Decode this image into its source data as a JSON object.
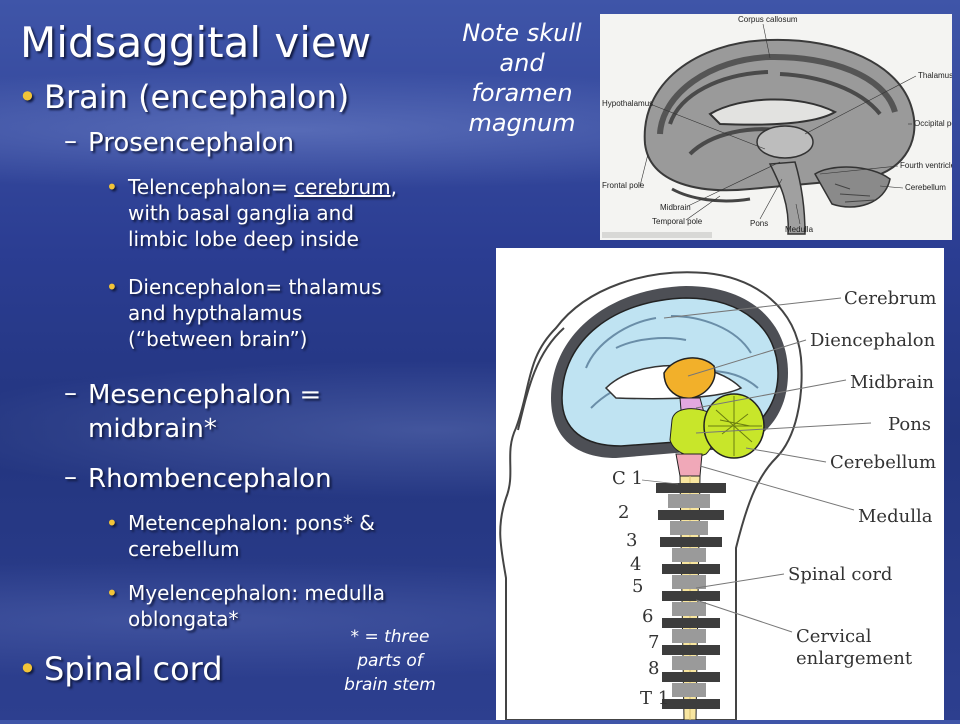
{
  "slide": {
    "title": "Midsaggital view",
    "bullets": {
      "brain": "Brain (encephalon)",
      "prosencephalon": "Prosencephalon",
      "telen_a": "Telencephalon= ",
      "telen_b": "cerebrum",
      "telen_c": ",",
      "telen_d": "with basal ganglia and",
      "telen_e": "limbic lobe deep inside",
      "dien_a": "Diencephalon= thalamus",
      "dien_b": "and hypthalamus",
      "dien_c": "(“between brain”)",
      "mesen_a": "Mesencephalon =",
      "mesen_b": "midbrain*",
      "rhomben": "Rhombencephalon",
      "meten_a": "Metencephalon: pons* &",
      "meten_b": "cerebellum",
      "myelen_a": "Myelencephalon: medulla",
      "myelen_b": "oblongata*",
      "spinal": "Spinal cord"
    },
    "notes": {
      "top": [
        "Note skull",
        "and",
        "foramen",
        "magnum"
      ],
      "bottom": [
        "* = three",
        "parts of",
        "brain stem"
      ]
    }
  },
  "photo_labels": {
    "corpus_callosum": "Corpus callosum",
    "thalamus": "Thalamus",
    "hypothalamus": "Hypothalamus",
    "occipital_pole": "Occipital pole",
    "fourth_ventricle": "Fourth ventricle",
    "frontal_pole": "Frontal pole",
    "cerebellum": "Cerebellum",
    "midbrain": "Midbrain",
    "temporal_pole": "Temporal pole",
    "pons": "Pons",
    "medulla": "Medulla"
  },
  "diagram_labels": {
    "cerebrum": "Cerebrum",
    "diencephalon": "Diencephalon",
    "midbrain": "Midbrain",
    "pons": "Pons",
    "cerebellum": "Cerebellum",
    "medulla": "Medulla",
    "spinal_cord": "Spinal cord",
    "cervical_1": "Cervical",
    "cervical_2": "enlargement",
    "c1": "C 1",
    "n2": "2",
    "n3": "3",
    "n4": "4",
    "n5": "5",
    "n6": "6",
    "n7": "7",
    "n8": "8",
    "t1": "T 1"
  },
  "colors": {
    "bullet": "#f2c438",
    "diencephalon": "#f2b02a",
    "midbrain": "#e2a8e0",
    "pons_cerebellum": "#c8e62a",
    "medulla": "#f0a8b8",
    "spinal": "#f8e6a0"
  }
}
